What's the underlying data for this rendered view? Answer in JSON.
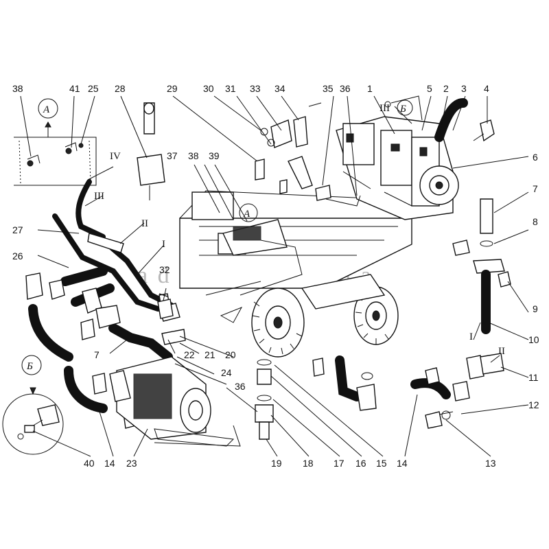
{
  "views": {
    "A": "А",
    "B": "Б"
  },
  "section_marks": {
    "III_B": "III",
    "I_top": "I",
    "II_top": "II",
    "III_left": "III",
    "IV_left": "IV",
    "I_right": "I",
    "II_right": "II"
  },
  "watermark": "a d a r a . c o m . u a",
  "callouts": {
    "n1": "1",
    "n2": "2",
    "n3": "3",
    "n4": "4",
    "n5": "5",
    "n6": "6",
    "n7a": "7",
    "n7b": "7",
    "n8": "8",
    "n9": "9",
    "n10": "10",
    "n11": "11",
    "n12": "12",
    "n13": "13",
    "n14a": "14",
    "n14b": "14",
    "n15": "15",
    "n16": "16",
    "n17": "17",
    "n18": "18",
    "n19": "19",
    "n20": "20",
    "n21": "21",
    "n22": "22",
    "n23": "23",
    "n24": "24",
    "n25": "25",
    "n26": "26",
    "n27": "27",
    "n28": "28",
    "n29": "29",
    "n30": "30",
    "n31": "31",
    "n32": "32",
    "n33": "33",
    "n34": "34",
    "n35": "35",
    "n36a": "36",
    "n36b": "36",
    "n37": "37",
    "n38a": "38",
    "n38b": "38",
    "n39": "39",
    "n40": "40",
    "n41": "41"
  }
}
